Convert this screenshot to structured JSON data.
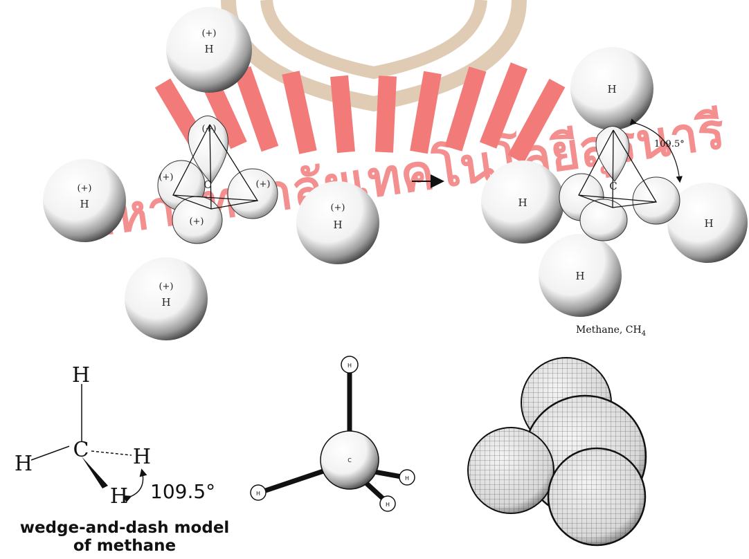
{
  "watermark": {
    "text": "มหาวิทยาลัยเทคโนโลยีสุรนารี",
    "color": "#e8100f",
    "logo_color": "#c8a47a"
  },
  "orbital_diagram": {
    "charge_label": "(+)",
    "hydrogen_label": "H",
    "carbon_label": "C",
    "arrow": "→"
  },
  "methane_diagram": {
    "hydrogen_label": "H",
    "carbon_label": "C",
    "angle_label": "109.5°",
    "caption": "Methane, CH",
    "caption_subscript": "4"
  },
  "wedge_dash": {
    "atoms": {
      "top": "H",
      "left": "H",
      "center": "C",
      "right": "H",
      "bottom": "H"
    },
    "angle_label": "109.5°",
    "caption_line1": "wedge-and-dash model",
    "caption_line2": "of methane"
  },
  "ball_stick": {
    "carbon_label": "C",
    "hydrogen_label": "H"
  }
}
